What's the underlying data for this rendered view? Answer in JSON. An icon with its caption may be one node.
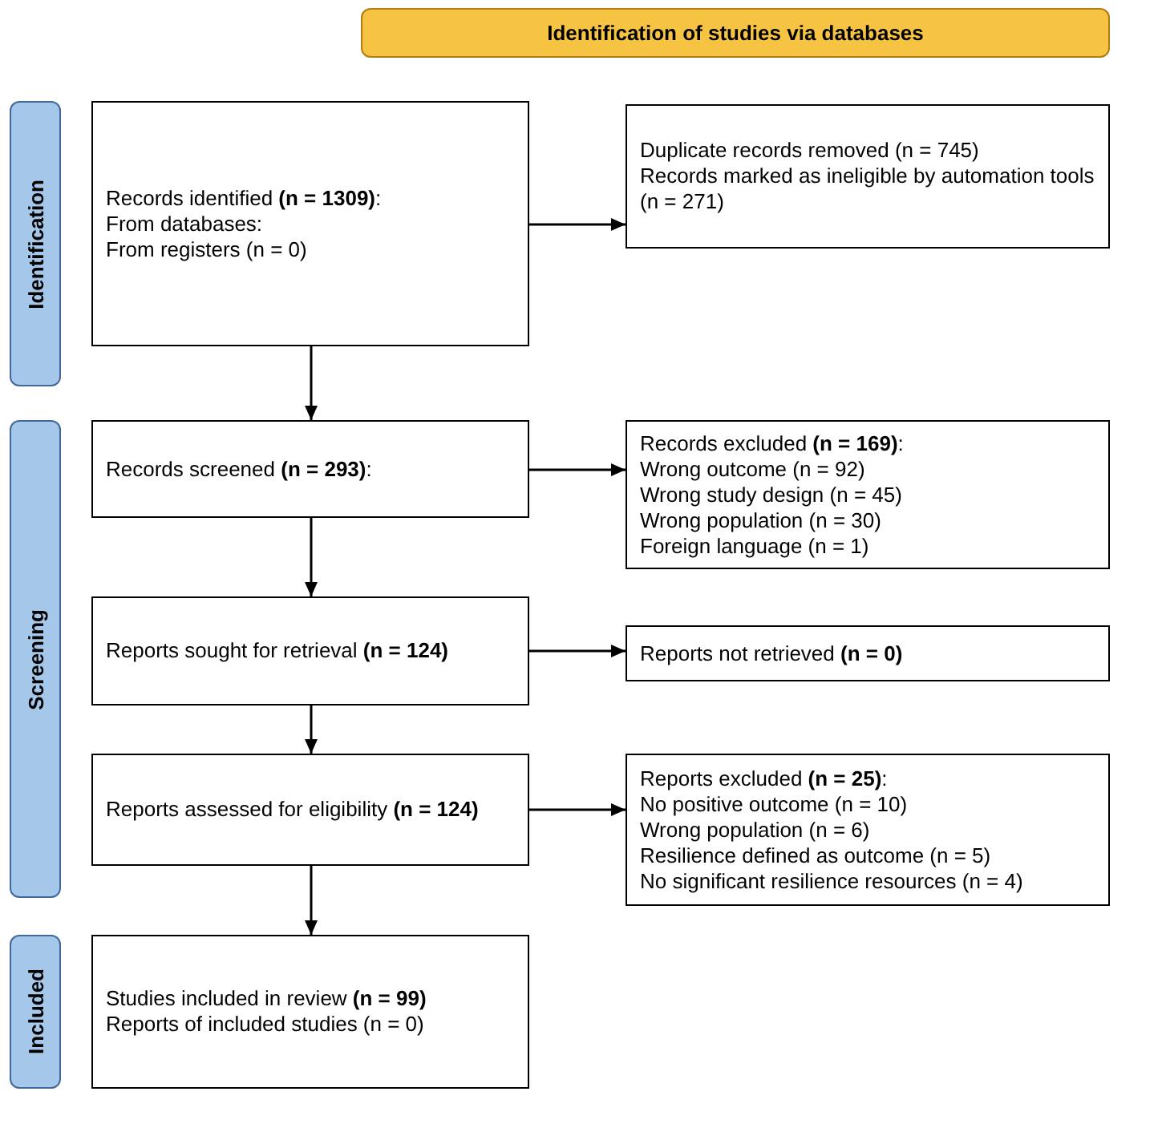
{
  "diagram": {
    "nodes": [
      {
        "text": [
          "Identification of studies via databases"
        ]
      },
      {
        "text": [
          "Identification"
        ]
      },
      {
        "text": [
          "Screening"
        ]
      },
      {
        "text": [
          "Included"
        ]
      },
      {
        "text": [
          "Records identified **(n = 1309)**:",
          "From databases:",
          "From registers (n = 0)"
        ]
      },
      {
        "text": [
          "Duplicate records removed (n = 745)",
          "Records marked as ineligible by automation tools (n = 271)"
        ]
      },
      {
        "text": [
          "Records screened **(n = 293)**:"
        ]
      },
      {
        "text": [
          "Records excluded **(n = 169)**:",
          "Wrong outcome (n = 92)",
          "Wrong study design (n = 45)",
          "Wrong population (n = 30)",
          "Foreign language (n = 1)"
        ]
      },
      {
        "text": [
          "Reports sought for retrieval **(n = 124)**"
        ]
      },
      {
        "text": [
          "Reports not retrieved **(n = 0)**"
        ]
      },
      {
        "text": [
          "Reports assessed for eligibility **(n = 124)**"
        ]
      },
      {
        "text": [
          "Reports excluded **(n = 25)**:",
          "No positive outcome (n = 10)",
          "Wrong population (n = 6)",
          "Resilience defined as outcome (n = 5)",
          "No significant resilience resources (n = 4)"
        ]
      },
      {
        "text": [
          "Studies included in review **(n = 99)**",
          "Reports of included studies (n = 0)"
        ]
      }
    ],
    "edges": [
      {
        "from": 4,
        "to": 5,
        "arrow": "to"
      },
      {
        "from": 4,
        "to": 6,
        "arrow": "to"
      },
      {
        "from": 6,
        "to": 7,
        "arrow": "to"
      },
      {
        "from": 6,
        "to": 8,
        "arrow": "to"
      },
      {
        "from": 8,
        "to": 9,
        "arrow": "to"
      },
      {
        "from": 8,
        "to": 10,
        "arrow": "to"
      },
      {
        "from": 10,
        "to": 11,
        "arrow": "to"
      },
      {
        "from": 10,
        "to": 12,
        "arrow": "to"
      }
    ]
  }
}
